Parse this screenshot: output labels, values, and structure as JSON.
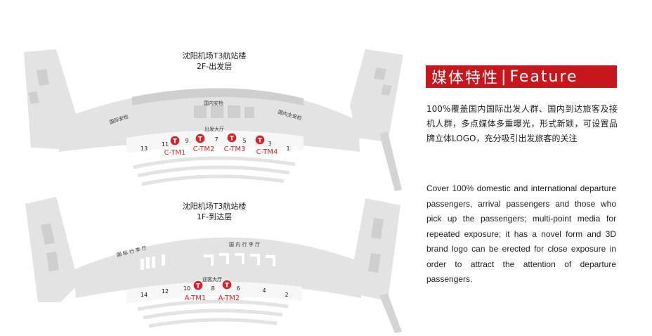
{
  "heading": {
    "zh": "媒体特性",
    "separator": "|",
    "en": "Feature"
  },
  "description_zh": "100%覆盖国内国际出发人群、国内到达旅客及接机人群，多点媒体多重曝光，形式新颖，可设置品牌立体LOGO，充分吸引出发旅客的关注",
  "description_en": "Cover 100% domestic and international departure passengers, arrival passengers and those who pick up the passengers; multi-point media for repeated exposure; it has a novel form and 3D brand logo can be erected for close exposure in order to attract the attention of departure passengers.",
  "colors": {
    "accent": "#c8161d",
    "building": "#e3e3e3",
    "building_dark": "#c9c9c9"
  },
  "departure": {
    "title": "沈阳机场T3航站楼",
    "subtitle": "2F-出发层",
    "zones": {
      "domestic_security": "国内安检",
      "intl_security": "国际安检",
      "domestic_main_security": "国内主安检",
      "hall": "出发大厅"
    },
    "gates": [
      "13",
      "11",
      "9",
      "7",
      "5",
      "3",
      "1"
    ],
    "media": [
      "C-TM1",
      "C-TM2",
      "C-TM3",
      "C-TM4"
    ],
    "pin_letter": "T"
  },
  "arrival": {
    "title": "沈阳机场T3航站楼",
    "subtitle": "1F-到达层",
    "zones": {
      "intl_baggage": "国 际 行 李 厅",
      "domestic_baggage": "国 内 行 李 厅",
      "hall": "迎客大厅"
    },
    "gates": [
      "14",
      "12",
      "10",
      "8",
      "6",
      "4",
      "2"
    ],
    "media": [
      "A-TM1",
      "A-TM2"
    ],
    "pin_letter": "T"
  }
}
